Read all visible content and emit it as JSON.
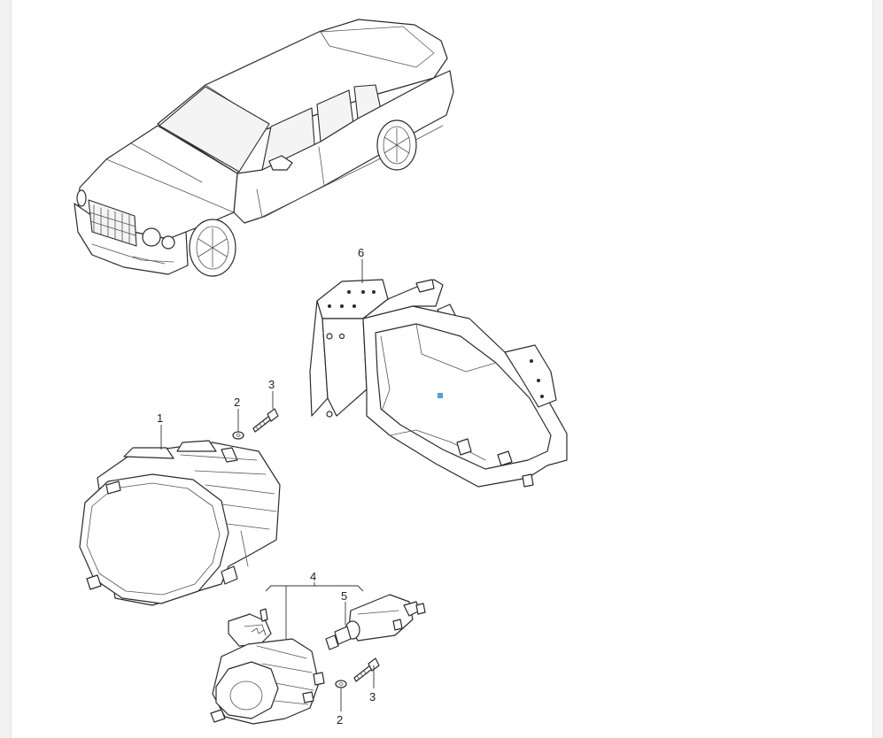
{
  "diagram": {
    "car": {
      "name": "vehicle-overview",
      "icon": "sedan-outline"
    },
    "parts": [
      {
        "id": "headlamp",
        "callout": "1"
      },
      {
        "id": "washer",
        "callout": "2"
      },
      {
        "id": "bolt",
        "callout": "3"
      },
      {
        "id": "fog-lamp",
        "callout": "4"
      },
      {
        "id": "actuator",
        "callout": "5"
      },
      {
        "id": "mounting-bracket",
        "callout": "6"
      }
    ],
    "marker": {
      "icon": "hotspot-marker",
      "color": "#4aa3df"
    }
  }
}
